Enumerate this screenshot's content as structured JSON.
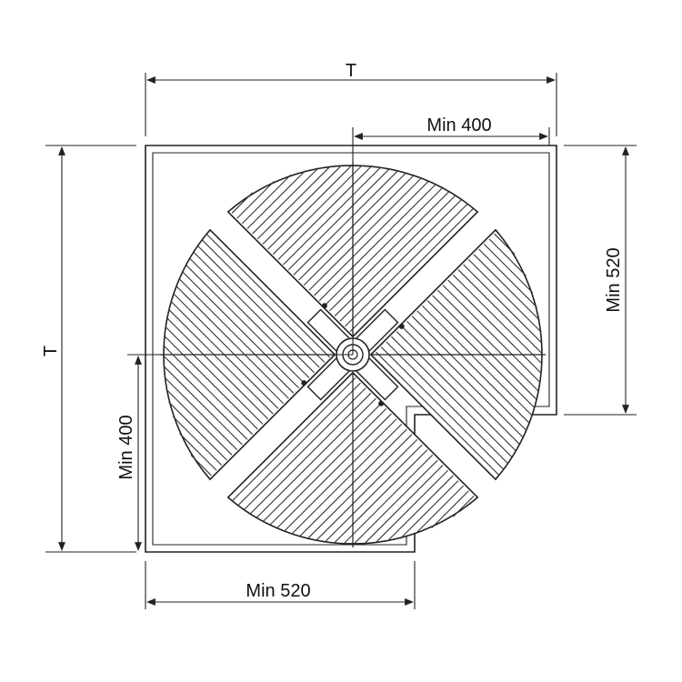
{
  "diagram": {
    "labels": {
      "top_width": "T",
      "left_height": "T",
      "top_min": "Min 400",
      "right_min": "Min 520",
      "left_min": "Min 400",
      "bottom_min": "Min 520"
    },
    "colors": {
      "line": "#222222",
      "background": "#ffffff"
    }
  }
}
